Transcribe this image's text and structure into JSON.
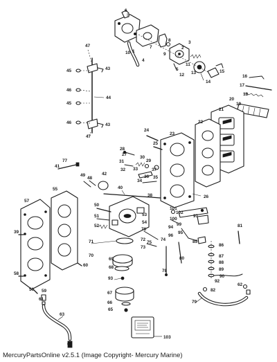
{
  "footer": {
    "copyright": "MercuryPartsOnline v2.5.1 (Image Copyright- Mercury Marine)"
  },
  "colors": {
    "ink": "#1a1a1a",
    "background": "#ffffff"
  },
  "callouts": [
    "1",
    "2",
    "3",
    "4",
    "5",
    "6",
    "7",
    "8",
    "9",
    "10",
    "11",
    "12",
    "13",
    "14",
    "15",
    "16",
    "17",
    "18",
    "19",
    "20",
    "21",
    "22",
    "23",
    "24",
    "25",
    "26",
    "27",
    "28",
    "29",
    "30",
    "31",
    "32",
    "33",
    "34",
    "35",
    "36",
    "37",
    "38",
    "39",
    "40",
    "41",
    "42",
    "43",
    "43",
    "44",
    "45",
    "45",
    "46",
    "46",
    "47",
    "47",
    "48",
    "49",
    "50",
    "51",
    "52",
    "53",
    "54",
    "55",
    "56",
    "57",
    "58",
    "59",
    "60",
    "61",
    "62",
    "63",
    "64",
    "65",
    "66",
    "67",
    "68",
    "69",
    "70",
    "71",
    "72",
    "73",
    "74",
    "75",
    "76",
    "77",
    "78",
    "79",
    "80",
    "81",
    "82",
    "85",
    "86",
    "87",
    "88",
    "89",
    "90",
    "92",
    "93",
    "94",
    "95",
    "96",
    "97",
    "99",
    "100",
    "101",
    "102",
    "103"
  ]
}
